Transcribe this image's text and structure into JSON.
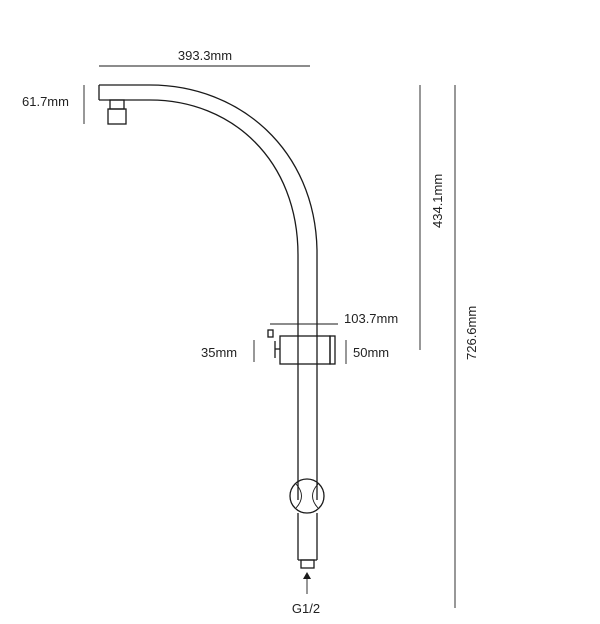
{
  "diagram": {
    "dimensions": {
      "width_top": "393.3mm",
      "head_drop": "61.7mm",
      "arc_height": "434.1mm",
      "total_height": "726.6mm",
      "bracket_projection": "103.7mm",
      "bracket_left": "35mm",
      "bracket_right": "50mm",
      "inlet_thread": "G1/2"
    }
  }
}
